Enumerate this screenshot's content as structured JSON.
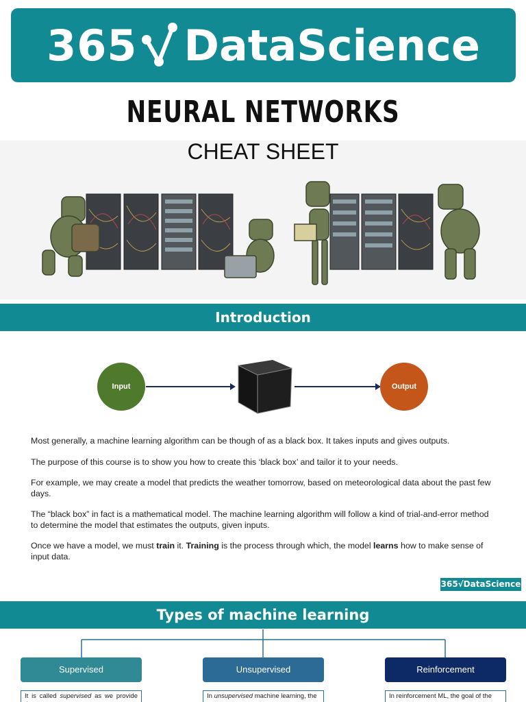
{
  "logo": {
    "number": "365",
    "word": "DataScience"
  },
  "title": "NEURAL NETWORKS",
  "subtitle": "CHEAT SHEET",
  "sections": {
    "intro": "Introduction",
    "types": "Types of machine learning"
  },
  "flow": {
    "input": "Input",
    "output": "Output"
  },
  "intro_paragraphs": [
    "Most generally, a machine learning algorithm can be though of as a black box. It takes inputs and gives outputs.",
    "The purpose of this course is to show you how to create this ‘black box’ and tailor it to your needs.",
    "For example, we may create a model that predicts the weather tomorrow, based on meteorological data about the past few days.",
    "The “black box” in fact is a mathematical model. The machine learning algorithm will follow a kind of trial-and-error method to determine the model that estimates the outputs, given inputs."
  ],
  "train_paragraph": {
    "part1": "Once we have a model, we must ",
    "train": "train",
    "part2": " it. ",
    "training": "Training",
    "part3": " is the process through which, the model ",
    "learns": "learns",
    "part4": " how to make sense of input data."
  },
  "mini_logo": "365√DataScience",
  "ml_types": [
    {
      "label": "Supervised",
      "desc_pre": "It is called ",
      "desc_em": "supervised",
      "desc_post": " as we provide the"
    },
    {
      "label": "Unsupervised",
      "desc_pre": "In ",
      "desc_em": "unsupervised",
      "desc_post": " machine learning, the"
    },
    {
      "label": "Reinforcement",
      "desc_pre": "In reinforcement ML, the goal of the",
      "desc_em": "",
      "desc_post": ""
    }
  ],
  "colors": {
    "teal": "#128a93",
    "input_green": "#4f7a2c",
    "output_orange": "#c4561a",
    "navy": "#0d2a66"
  }
}
